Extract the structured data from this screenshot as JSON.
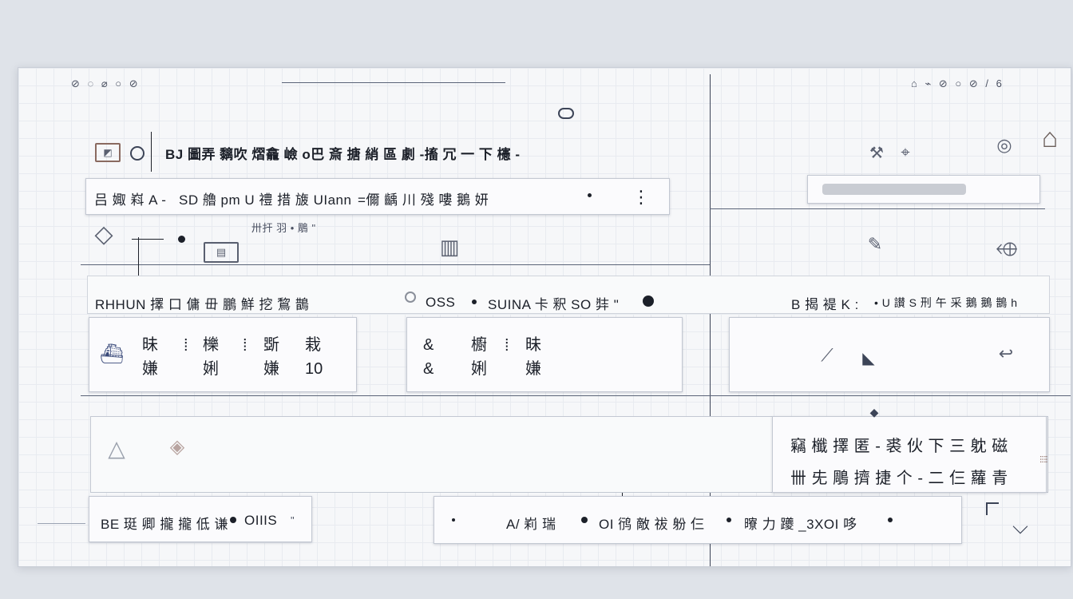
{
  "toolbar": {
    "left_icons": "⊘ ◌ ⌀ ○ ⊘",
    "right_icons": "⌂ ⌁ ⊘ ○ ⊘ / 6"
  },
  "header": {
    "title": "BJ 圖弄 黐吹 熠龕 嶮 o巴 斎 搪 綃 區 劇 -搐 冗  一 下 櫶 -"
  },
  "search_bar": {
    "left_text": "吕 娵 嵙 A  -",
    "mid_text": "SD 艪 pm  U 禮 措 旇 UIann",
    "right_text": "=儞 齲 川 殘 嘍 鵝 妍",
    "menu_glyph": "⋮"
  },
  "sub_label": "卅扞 羽 • 鵰 \"",
  "row_labels": {
    "left": "RHHUN 擇 口 傭 毌 鵬 鮮 挖 鵹 鵲",
    "mid_prefix": "O",
    "mid_a": "OSS",
    "mid_b": "SUINA 卡 釈 SO 弉 \"",
    "right": "B 揭 褆 K :",
    "right_b": "• U 讃 S 刑 午 采 鵝 鵝 鵲 h"
  },
  "card1": {
    "col1": [
      "昧",
      "嫌"
    ],
    "col2": [
      "櫟",
      "娳"
    ],
    "col3": [
      "斲",
      "嫌"
    ],
    "col4": [
      "栽",
      "10"
    ]
  },
  "card2": {
    "col1": [
      "&",
      "&"
    ],
    "col2": [
      "櫥",
      "娳"
    ],
    "col3": [
      "昧",
      "嫌"
    ]
  },
  "side_panel": {
    "line1": "竊 櫼 擇 匿 - 裘 伙 下 三 躭 磁",
    "line2": "卌 兂 鵰 擠 捷 个 - 二 仨 蘿 青"
  },
  "bottom_left": {
    "text": "BE 珽 卿 攏 攏 低 谦",
    "text_b": "OIIIS",
    "glyph": "\""
  },
  "bottom_bar": {
    "t1": "A/ 峲 瑞",
    "t2": "OI 鸻 敵 祓 躮 仨",
    "t3": "曢 力 躨 _3XOI 哆"
  },
  "colors": {
    "background": "#dfe3e9",
    "frame": "#f6f7f9",
    "line": "#9aa3b3",
    "dark_line": "#3c4457",
    "text": "#1c2029"
  }
}
